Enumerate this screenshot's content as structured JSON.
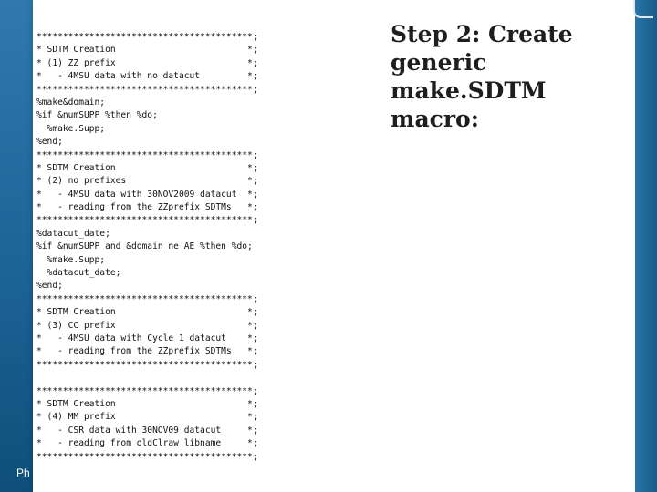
{
  "slide": {
    "title": "Step 2: Create generic make.SDTM macro:",
    "footer_text": "Ph",
    "code_lines": [
      "*****************************************;",
      "* SDTM Creation                         *;",
      "* (1) ZZ prefix                         *;",
      "*   - 4MSU data with no datacut         *;",
      "*****************************************;",
      "%make&domain;",
      "%if &numSUPP %then %do;",
      "  %make.Supp;",
      "%end;",
      "*****************************************;",
      "* SDTM Creation                         *;",
      "* (2) no prefixes                       *;",
      "*   - 4MSU data with 30NOV2009 datacut  *;",
      "*   - reading from the ZZprefix SDTMs   *;",
      "*****************************************;",
      "%datacut_date;",
      "%if &numSUPP and &domain ne AE %then %do;",
      "  %make.Supp;",
      "  %datacut_date;",
      "%end;",
      "*****************************************;",
      "* SDTM Creation                         *;",
      "* (3) CC prefix                         *;",
      "*   - 4MSU data with Cycle 1 datacut    *;",
      "*   - reading from the ZZprefix SDTMs   *;",
      "*****************************************;",
      "",
      "*****************************************;",
      "* SDTM Creation                         *;",
      "* (4) MM prefix                         *;",
      "*   - CSR data with 30NOV09 datacut     *;",
      "*   - reading from oldClraw libname     *;",
      "*****************************************;"
    ]
  },
  "colors": {
    "background": "#1b5f8e",
    "slide": "#ffffff",
    "text": "#111111"
  }
}
